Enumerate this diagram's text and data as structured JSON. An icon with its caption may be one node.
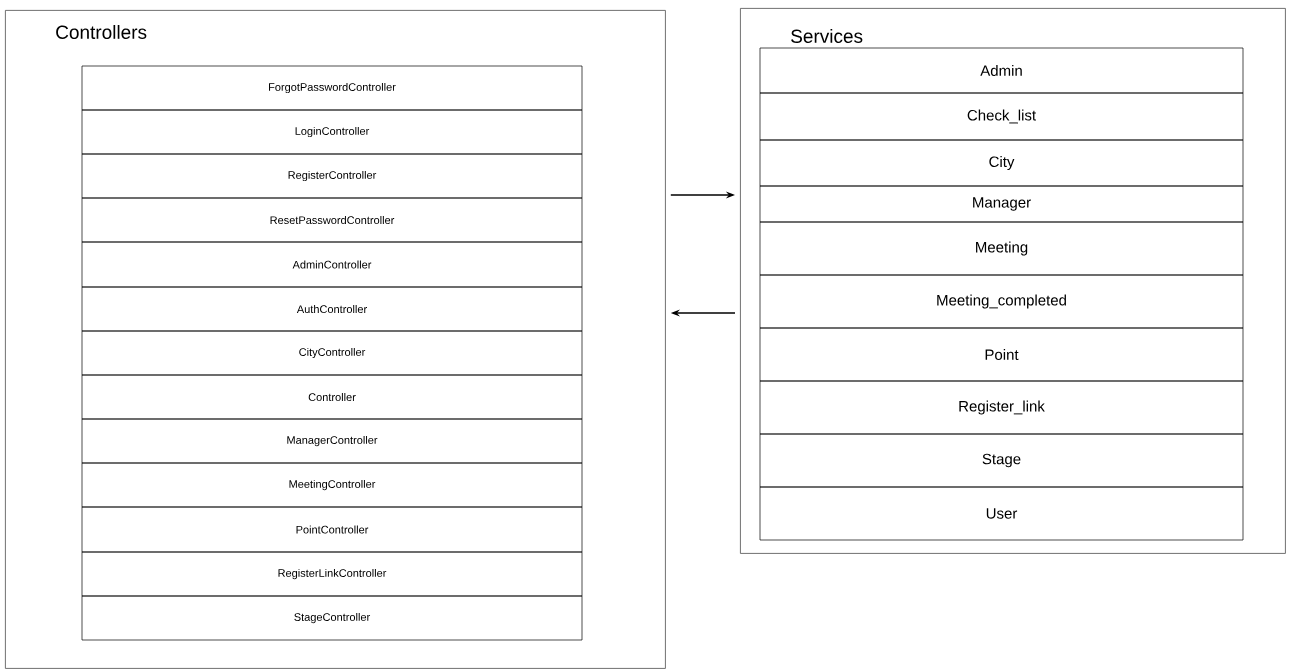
{
  "diagram": {
    "nodes": [
      {
        "text": [
          "Controllers"
        ]
      },
      {
        "text": [
          "ForgotPasswordController"
        ],
        "in": 0
      },
      {
        "text": [
          "LoginController"
        ],
        "in": 0
      },
      {
        "text": [
          "RegisterController"
        ],
        "in": 0
      },
      {
        "text": [
          "ResetPasswordController"
        ],
        "in": 0
      },
      {
        "text": [
          "AdminController"
        ],
        "in": 0
      },
      {
        "text": [
          "AuthController"
        ],
        "in": 0
      },
      {
        "text": [
          "CityController"
        ],
        "in": 0
      },
      {
        "text": [
          "Controller"
        ],
        "in": 0
      },
      {
        "text": [
          "ManagerController"
        ],
        "in": 0
      },
      {
        "text": [
          "MeetingController"
        ],
        "in": 0
      },
      {
        "text": [
          "PointController"
        ],
        "in": 0
      },
      {
        "text": [
          "RegisterLinkController"
        ],
        "in": 0
      },
      {
        "text": [
          "StageController"
        ],
        "in": 0
      },
      {
        "text": [
          "Services"
        ]
      },
      {
        "text": [
          "Admin"
        ],
        "in": 14
      },
      {
        "text": [
          "Check_list"
        ],
        "in": 14
      },
      {
        "text": [
          "City"
        ],
        "in": 14
      },
      {
        "text": [
          "Manager"
        ],
        "in": 14
      },
      {
        "text": [
          "Meeting"
        ],
        "in": 14
      },
      {
        "text": [
          "Meeting_completed"
        ],
        "in": 14
      },
      {
        "text": [
          "Point"
        ],
        "in": 14
      },
      {
        "text": [
          "Register_link"
        ],
        "in": 14
      },
      {
        "text": [
          "Stage"
        ],
        "in": 14
      },
      {
        "text": [
          "User"
        ],
        "in": 14
      }
    ],
    "edges": [
      {
        "from": 0,
        "to": 14,
        "arrow": "to"
      },
      {
        "from": 14,
        "to": 0,
        "arrow": "to"
      }
    ]
  }
}
